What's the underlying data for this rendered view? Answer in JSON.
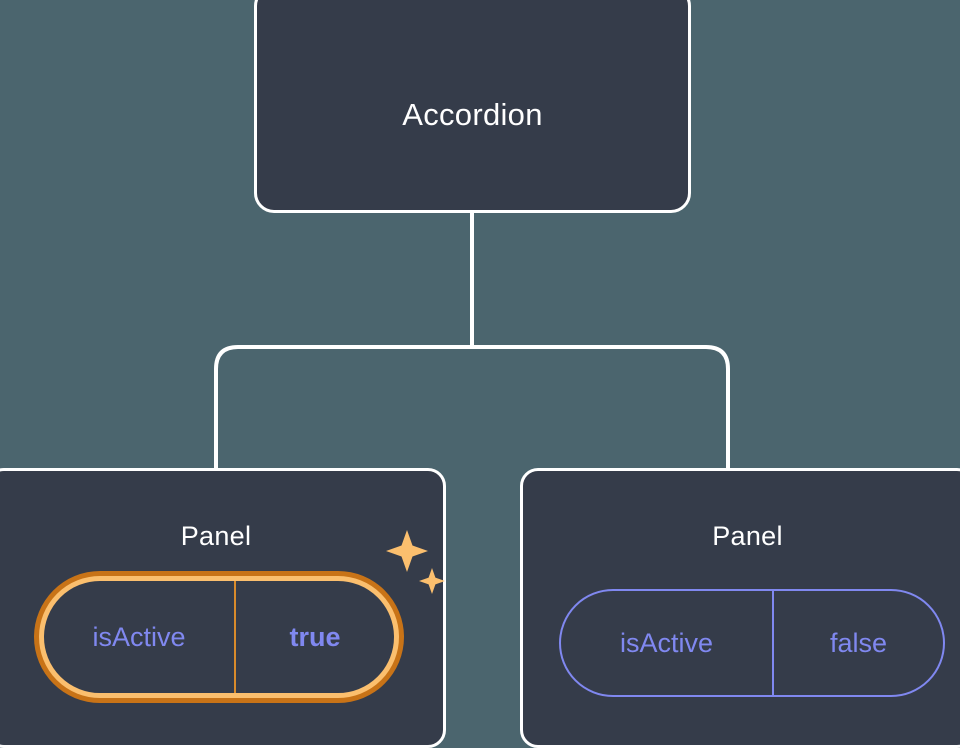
{
  "diagram": {
    "type": "component-tree",
    "background_color": "#4b656e",
    "node_fill_color": "#353c4a",
    "node_border_color": "#ffffff",
    "connector_color": "#ffffff",
    "highlight_color": "#fbbf6e",
    "highlight_outer_color": "#c87317",
    "prop_text_color": "#8088f0"
  },
  "root": {
    "title": "Accordion"
  },
  "children": [
    {
      "title": "Panel",
      "highlighted": true,
      "prop": {
        "key": "isActive",
        "value": "true"
      },
      "decoration": "sparkles-icon"
    },
    {
      "title": "Panel",
      "highlighted": false,
      "prop": {
        "key": "isActive",
        "value": "false"
      }
    }
  ]
}
